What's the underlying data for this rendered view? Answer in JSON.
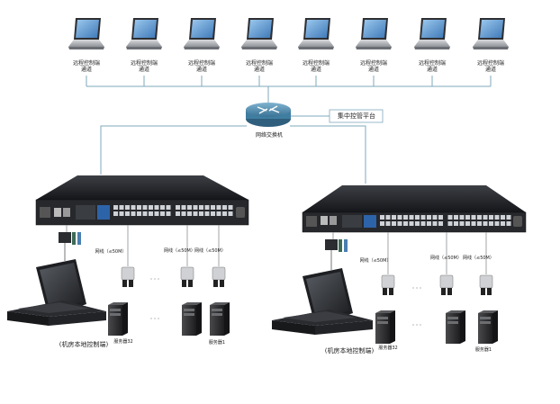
{
  "remote_clients": [
    {
      "line1": "远程控制端",
      "line2": "通道"
    },
    {
      "line1": "远程控制端",
      "line2": "通道"
    },
    {
      "line1": "远程控制端",
      "line2": "通道"
    },
    {
      "line1": "远程控制端",
      "line2": "通道"
    },
    {
      "line1": "远程控制端",
      "line2": "通道"
    },
    {
      "line1": "远程控制端",
      "line2": "通道"
    },
    {
      "line1": "远程控制端",
      "line2": "通道"
    },
    {
      "line1": "远程控制端",
      "line2": "通道"
    }
  ],
  "switch": {
    "label": "网络交换机"
  },
  "platform": {
    "label": "集中控管平台"
  },
  "groups": [
    {
      "local_console": "(机房本地控制端)",
      "server_left": "服务器32",
      "server_right": "服务器1",
      "cable_labels": [
        "网线（≤50M）",
        "网线（≤50M）",
        "网线（≤50M）"
      ]
    },
    {
      "local_console": "(机房本地控制端)",
      "server_left": "服务器32",
      "server_right": "服务器1",
      "cable_labels": [
        "网线（≤50M）",
        "网线（≤50M）",
        "网线（≤50M）"
      ]
    }
  ],
  "colors": {
    "network_line": "#7fa9bb",
    "switch_body": "#4b86a6",
    "kvm_body": "#1c1c1e",
    "kvm_face": "#2c2f33",
    "laptop_screen": "#6aa7d8",
    "server_body": "#2a2a2a"
  }
}
